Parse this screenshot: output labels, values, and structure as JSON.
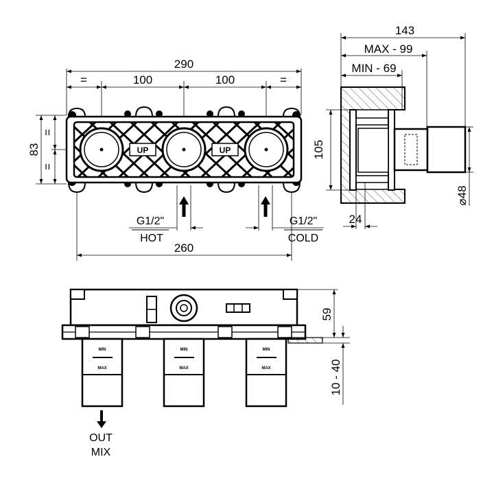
{
  "front_view": {
    "dim_overall_width": "290",
    "dim_spacing_left": "100",
    "dim_spacing_right": "100",
    "dim_equal_left": "=",
    "dim_equal_right": "=",
    "dim_height": "83",
    "dim_equal_top": "=",
    "dim_equal_bottom": "=",
    "dim_inlet_span": "260",
    "up_mark": "UP",
    "hot_thread": "G1/2\"",
    "hot_label": "HOT",
    "cold_thread": "G1/2\"",
    "cold_label": "COLD"
  },
  "side_view": {
    "dim_total": "143",
    "dim_max": "MAX - 99",
    "dim_min": "MIN - 69",
    "dim_height": "105",
    "dim_plate": "24",
    "dim_diameter": "⌀48"
  },
  "bottom_view": {
    "dim_height": "59",
    "dim_wall_range": "10 - 40",
    "cartridge_min": "MIN",
    "cartridge_max": "MAX",
    "out_label": "OUT",
    "mix_label": "MIX"
  }
}
